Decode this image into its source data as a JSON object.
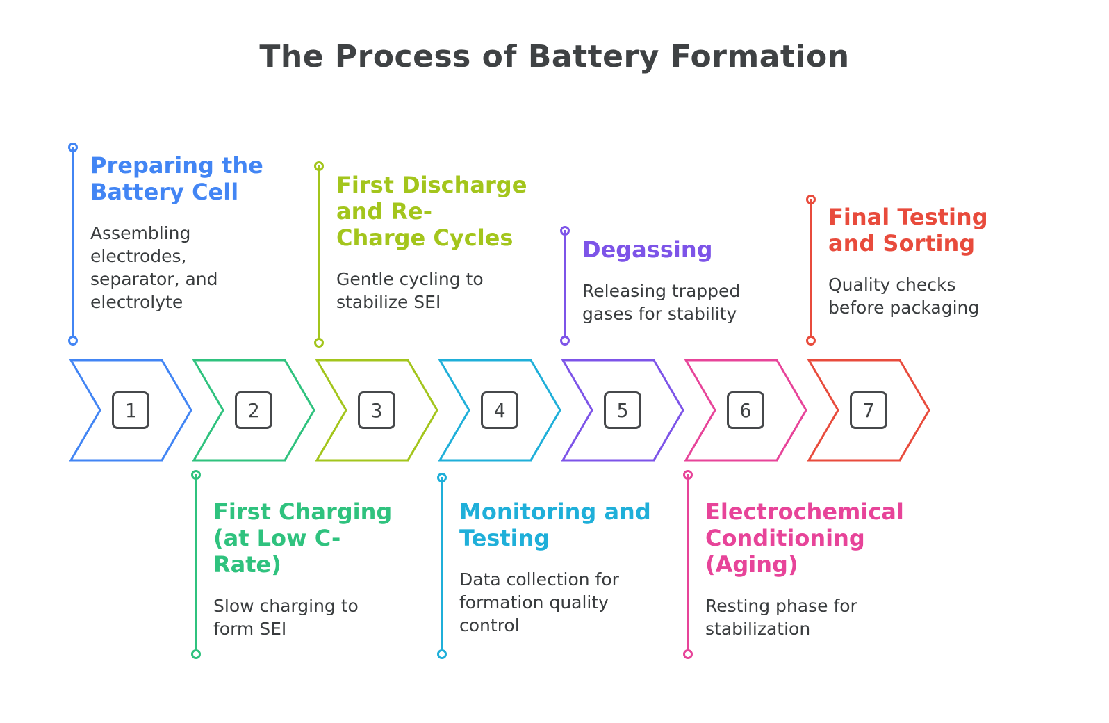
{
  "title": "The Process of Battery Formation",
  "steps": [
    {
      "number": "1",
      "color": "#4285f4",
      "heading": "Preparing the\nBattery Cell",
      "body": "Assembling\nelectrodes,\nseparator, and\nelectrolyte",
      "position": "above"
    },
    {
      "number": "2",
      "color": "#2fc27e",
      "heading": "First Charging\n(at Low C-\nRate)",
      "body": "Slow charging to\nform SEI",
      "position": "below"
    },
    {
      "number": "3",
      "color": "#a3c51c",
      "heading": "First Discharge\nand Re-\nCharge Cycles",
      "body": "Gentle cycling to\nstabilize SEI",
      "position": "above"
    },
    {
      "number": "4",
      "color": "#1fafd9",
      "heading": "Monitoring and\nTesting",
      "body": "Data collection for\nformation quality\ncontrol",
      "position": "below"
    },
    {
      "number": "5",
      "color": "#7d54e8",
      "heading": "Degassing",
      "body": "Releasing trapped\ngases for stability",
      "position": "above"
    },
    {
      "number": "6",
      "color": "#e74499",
      "heading": "Electrochemical\nConditioning\n(Aging)",
      "body": "Resting phase for\nstabilization",
      "position": "below"
    },
    {
      "number": "7",
      "color": "#e84b3c",
      "heading": "Final Testing\nand Sorting",
      "body": "Quality checks\nbefore packaging",
      "position": "above"
    }
  ]
}
